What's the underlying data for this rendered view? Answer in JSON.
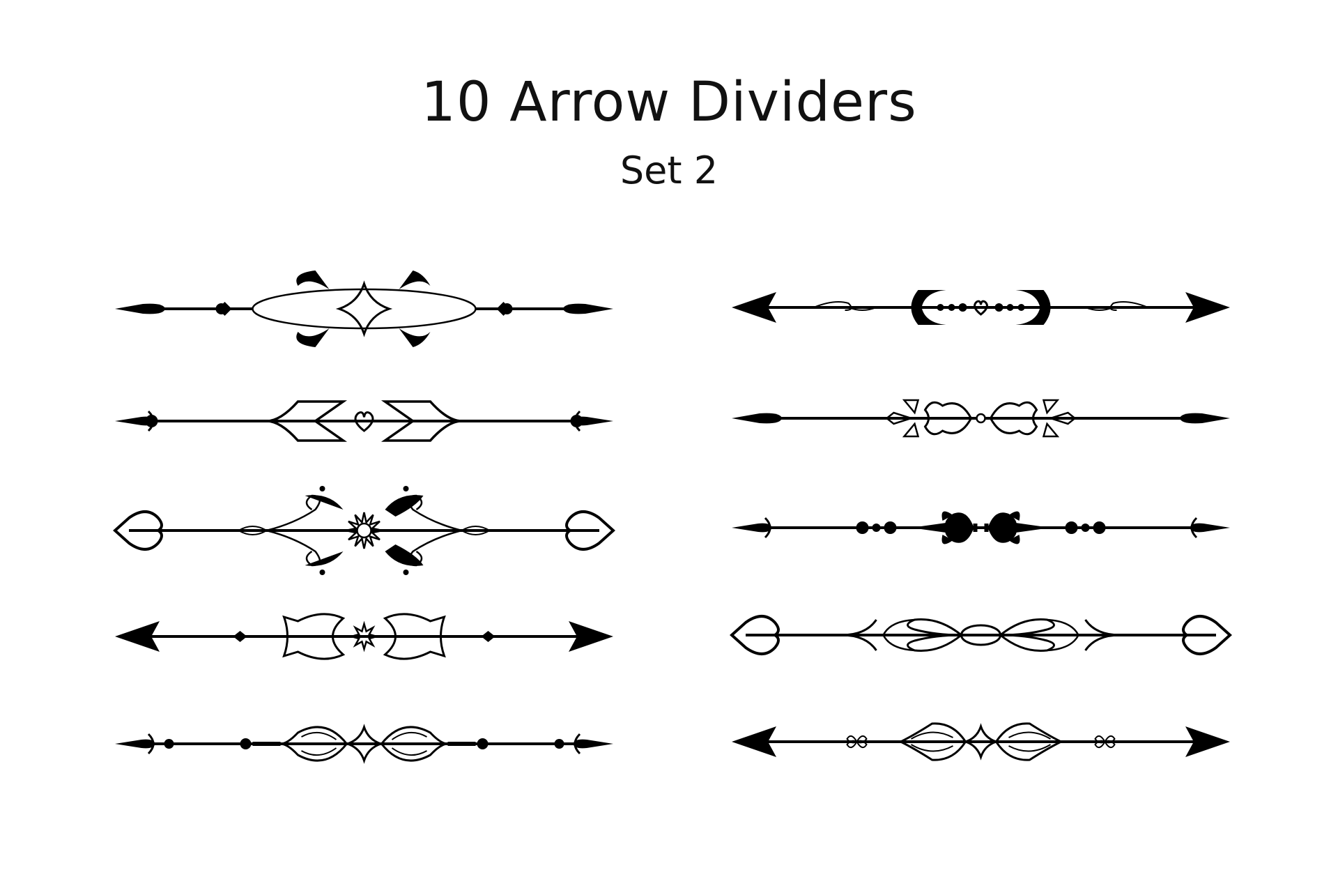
{
  "header": {
    "title": "10 Arrow Dividers",
    "subtitle": "Set 2"
  },
  "ink_color": "#000000",
  "background_color": "#ffffff",
  "dividers": [
    {
      "name": "divider-1",
      "head": "dart",
      "tail": "dart",
      "ornament": "leaf-star-oval"
    },
    {
      "name": "divider-2",
      "head": "flared-dart",
      "tail": "flared-dart",
      "ornament": "leaf-heart"
    },
    {
      "name": "divider-3",
      "head": "heart-outline",
      "tail": "heart-outline",
      "ornament": "scroll-sunburst"
    },
    {
      "name": "divider-4",
      "head": "arrowhead",
      "tail": "arrowhead",
      "ornament": "tulip-star"
    },
    {
      "name": "divider-5",
      "head": "flared-dart",
      "tail": "flared-dart",
      "ornament": "feather-leaves"
    },
    {
      "name": "divider-6",
      "head": "arrowhead",
      "tail": "arrowhead",
      "ornament": "dots-heart-oval"
    },
    {
      "name": "divider-7",
      "head": "dart",
      "tail": "dart",
      "ornament": "petal-bow"
    },
    {
      "name": "divider-8",
      "head": "flared-dart",
      "tail": "flared-dart",
      "ornament": "beads-fleur"
    },
    {
      "name": "divider-9",
      "head": "heart-outline",
      "tail": "heart-outline",
      "ornament": "knot-oval"
    },
    {
      "name": "divider-10",
      "head": "arrowhead",
      "tail": "arrowhead",
      "ornament": "feather-bow"
    }
  ]
}
